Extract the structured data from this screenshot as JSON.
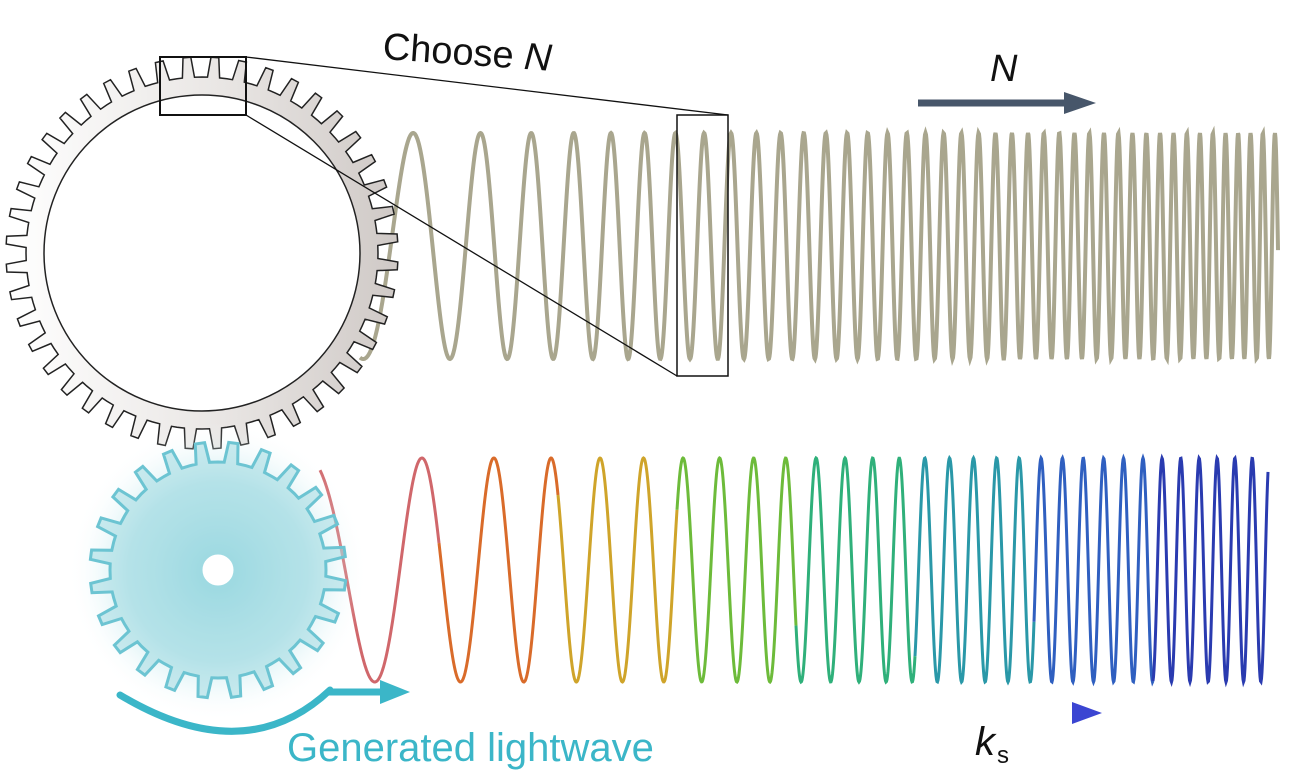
{
  "labels": {
    "choose_prefix": "Choose ",
    "choose_var": "N",
    "n_arrow": "N",
    "ks_main": "k",
    "ks_sub": "s",
    "generated": "Generated lightwave"
  },
  "colors": {
    "upper_wave": "#a9a68e",
    "arrow_n": "#47566a",
    "gear_outline": "#222222",
    "small_gear_fill": "#9fd8e0",
    "small_gear_outline": "#6cc4d2",
    "generated_text": "#3bb6c8",
    "arrow_ks_start": "#b0208a",
    "arrow_ks_end": "#3b45d2",
    "spectrum": [
      "#c0343a",
      "#d96b2a",
      "#cfa42a",
      "#6dbb3a",
      "#2fb07a",
      "#2a98a8",
      "#2f5fc0",
      "#2a3bb0"
    ]
  },
  "icons": {
    "large_gear": "gear-icon",
    "small_gear": "gear-icon",
    "arrow_n": "arrow-right-icon",
    "arrow_ks": "arrow-right-icon",
    "arrow_gen": "curved-arrow-icon"
  }
}
